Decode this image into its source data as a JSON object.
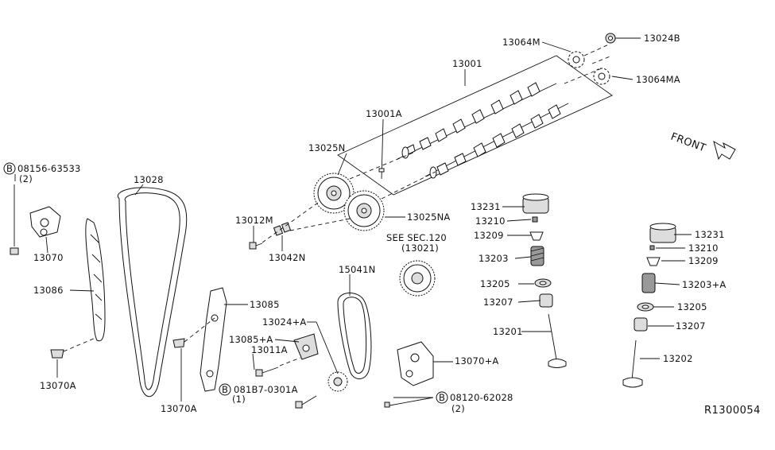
{
  "labels": {
    "p13064M": "13064M",
    "p13024B": "13024B",
    "p13001": "13001",
    "p13064MA": "13064MA",
    "p13001A": "13001A",
    "p13025N": "13025N",
    "p08156": "08156-63533",
    "p08156_qty": "(2)",
    "p13028": "13028",
    "p13012M": "13012M",
    "p13025NA": "13025NA",
    "p13042N": "13042N",
    "see_sec": "SEE SEC.120",
    "see_sec_ref": "(13021)",
    "p13070": "13070",
    "p13086": "13086",
    "p13085": "13085",
    "p15041N": "15041N",
    "p13024A": "13024+A",
    "p13085A": "13085+A",
    "p13011A": "13011A",
    "p13070A": "13070A",
    "p13070A_tensioner": "13070A",
    "p08187": "081B7-0301A",
    "p08187_qty": "(1)",
    "p13070plusA": "13070+A",
    "p08120": "08120-62028",
    "p08120_qty": "(2)",
    "p13231": "13231",
    "p13210": "13210",
    "p13209": "13209",
    "p13203": "13203",
    "p13205": "13205",
    "p13207": "13207",
    "p13201": "13201",
    "p13231_r": "13231",
    "p13210_r": "13210",
    "p13209_r": "13209",
    "p13203A": "13203+A",
    "p13205_r": "13205",
    "p13207_r": "13207",
    "p13202": "13202",
    "front": "FRONT",
    "bolt_letter": "B",
    "diagram_ref": "R1300054"
  }
}
